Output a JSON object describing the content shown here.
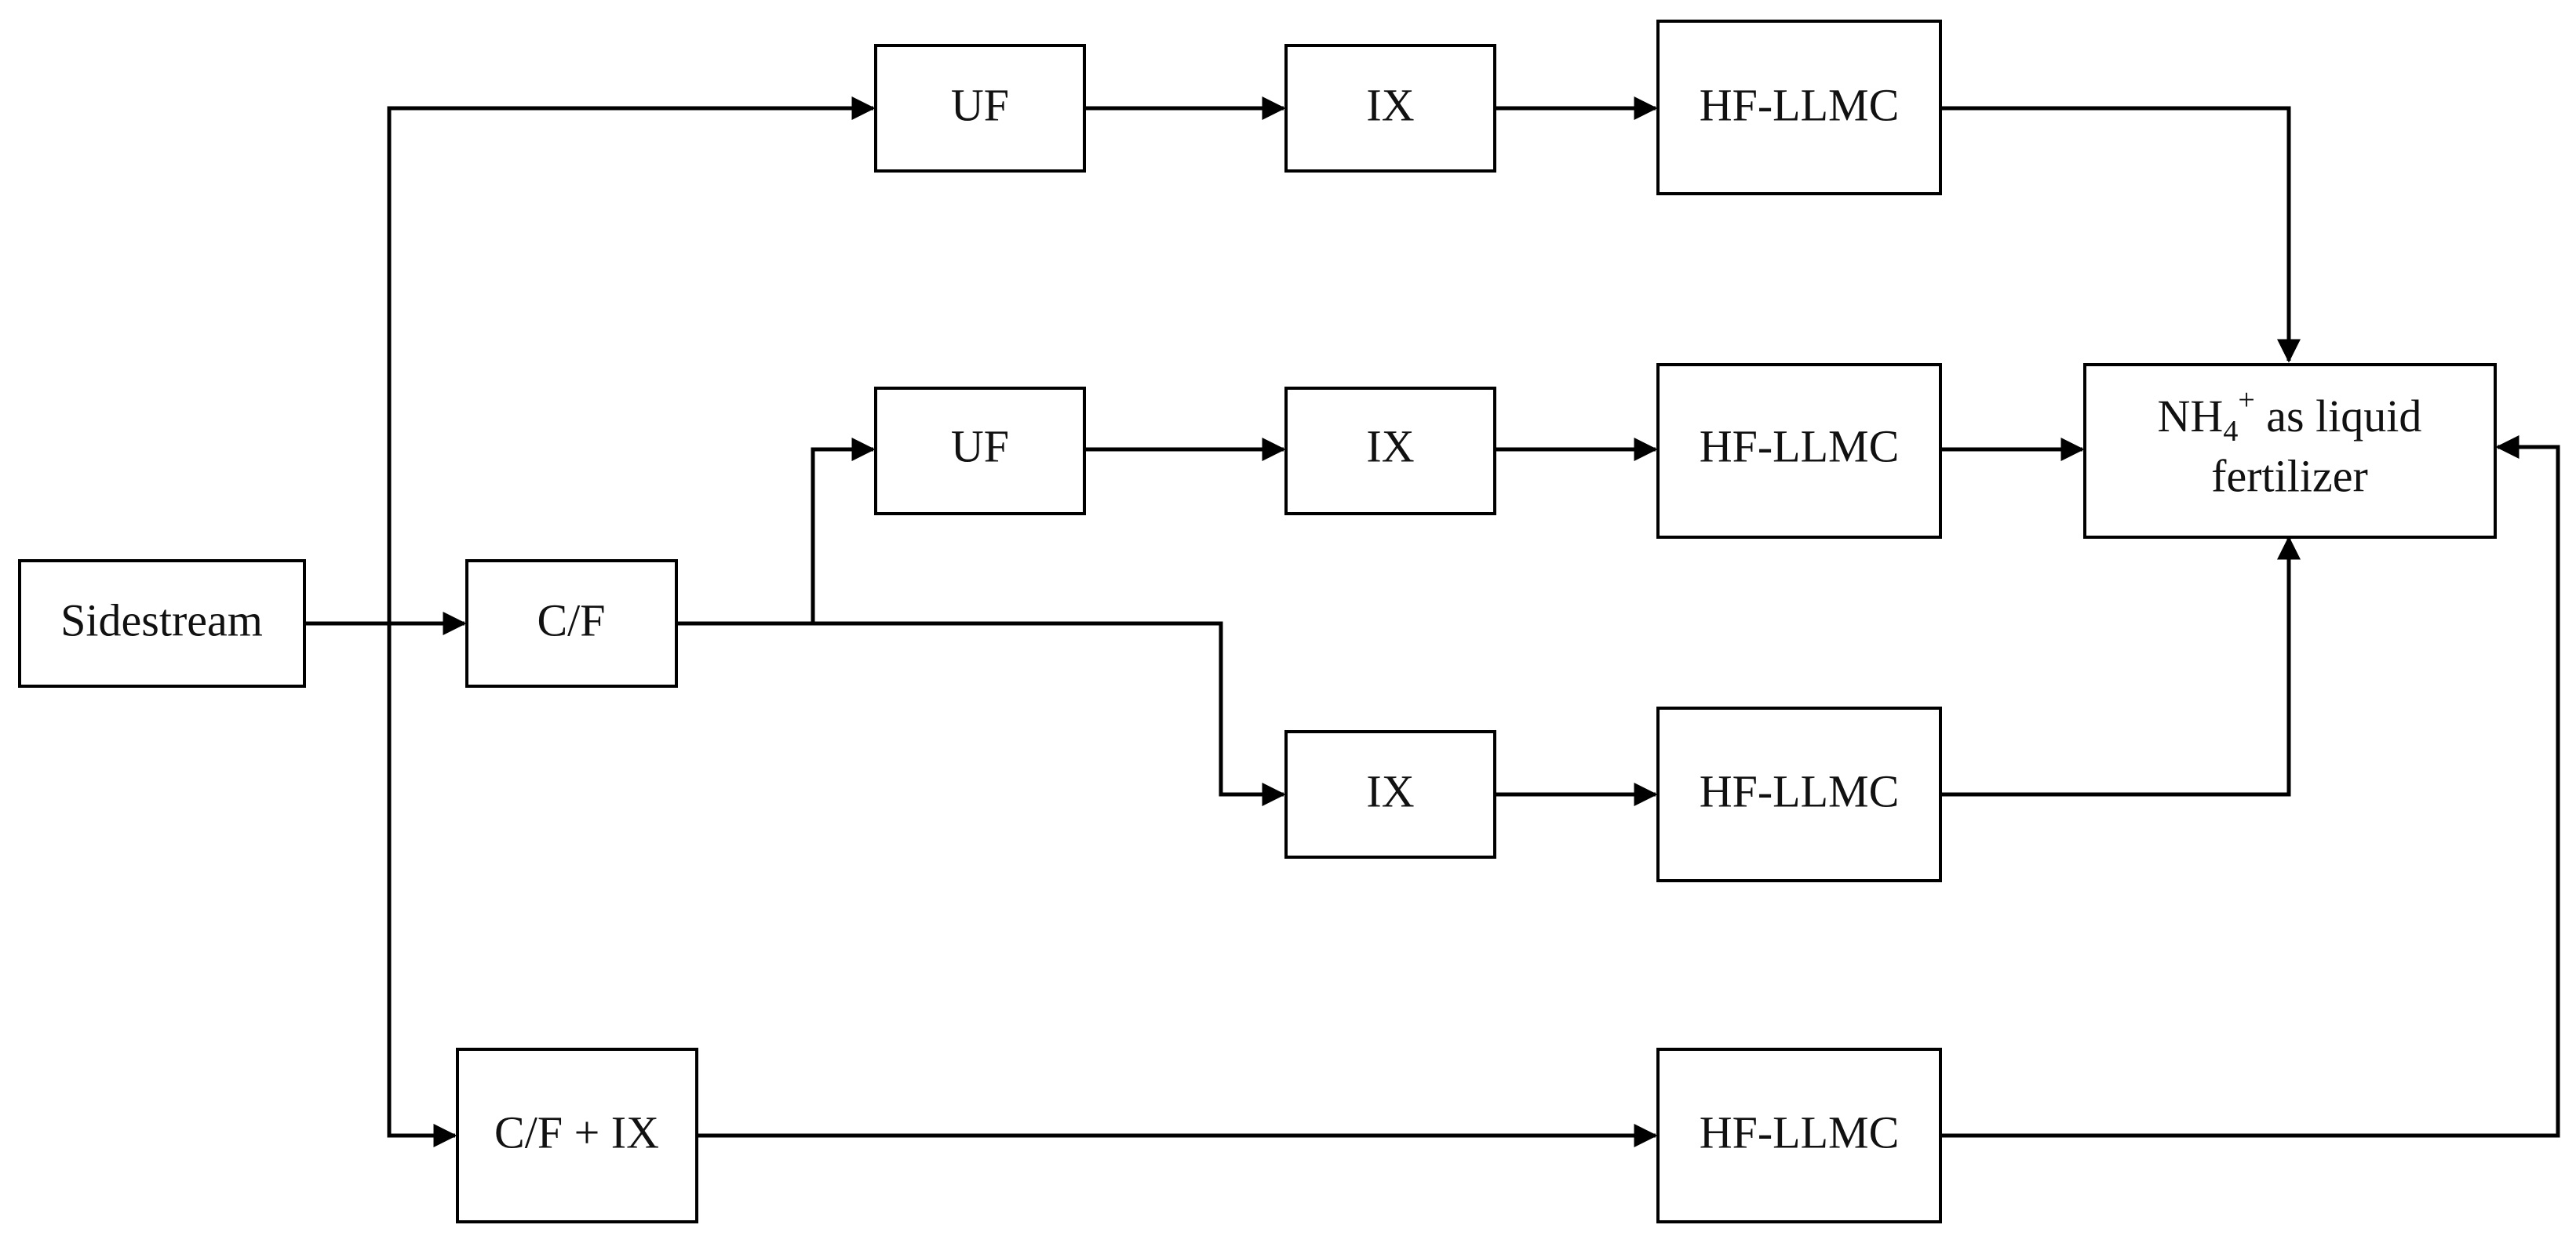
{
  "diagram": {
    "nodes": {
      "sidestream": {
        "label": "Sidestream"
      },
      "cf": {
        "label": "C/F"
      },
      "uf_top": {
        "label": "UF"
      },
      "ix_top": {
        "label": "IX"
      },
      "hfllmc_top": {
        "label": "HF-LLMC"
      },
      "uf_mid": {
        "label": "UF"
      },
      "ix_mid": {
        "label": "IX"
      },
      "hfllmc_mid": {
        "label": "HF-LLMC"
      },
      "ix_low": {
        "label": "IX"
      },
      "hfllmc_low": {
        "label": "HF-LLMC"
      },
      "cf_ix": {
        "label": "C/F + IX"
      },
      "hfllmc_bottom": {
        "label": "HF-LLMC"
      },
      "product": {
        "label_prefix": "NH",
        "label_subscript": "4",
        "label_superscript": "+",
        "label_line1_rest": " as liquid",
        "label_line2": "fertilizer"
      }
    },
    "edges": [
      {
        "from": "sidestream",
        "to": "cf"
      },
      {
        "from": "sidestream",
        "to": "uf_top"
      },
      {
        "from": "sidestream",
        "to": "cf_ix"
      },
      {
        "from": "uf_top",
        "to": "ix_top"
      },
      {
        "from": "ix_top",
        "to": "hfllmc_top"
      },
      {
        "from": "hfllmc_top",
        "to": "product"
      },
      {
        "from": "cf",
        "to": "uf_mid"
      },
      {
        "from": "cf",
        "to": "ix_low"
      },
      {
        "from": "uf_mid",
        "to": "ix_mid"
      },
      {
        "from": "ix_mid",
        "to": "hfllmc_mid"
      },
      {
        "from": "hfllmc_mid",
        "to": "product"
      },
      {
        "from": "ix_low",
        "to": "hfllmc_low"
      },
      {
        "from": "hfllmc_low",
        "to": "product"
      },
      {
        "from": "cf_ix",
        "to": "hfllmc_bottom"
      },
      {
        "from": "hfllmc_bottom",
        "to": "product"
      }
    ]
  }
}
